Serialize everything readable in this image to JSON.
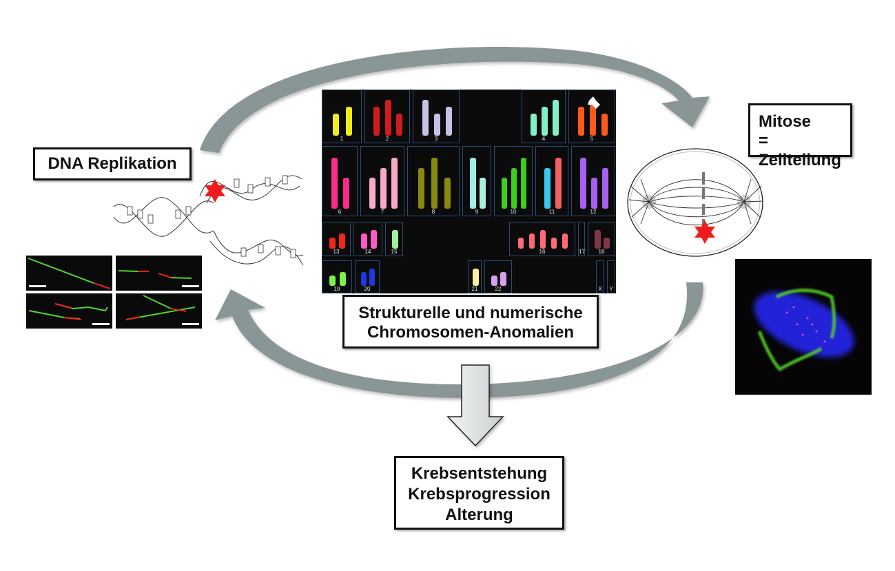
{
  "labels": {
    "dna_replication": "DNA Replikation",
    "mitosis": [
      "Mitose",
      "= Zellteilung"
    ],
    "anomalies": [
      "Strukturelle und numerische",
      "Chromosomen-Anomalien"
    ],
    "outcomes": [
      "Krebsentstehung",
      "Krebsprogression",
      "Alterung"
    ]
  },
  "karyotype": {
    "chromosome_labels": [
      "1",
      "2",
      "3",
      "4",
      "5",
      "6",
      "7",
      "8",
      "9",
      "10",
      "11",
      "12",
      "13",
      "14",
      "15",
      "16",
      "17",
      "18",
      "19",
      "20",
      "21",
      "22",
      "X",
      "Y"
    ]
  },
  "icons": {
    "damage_marker": "red-six-pointed-star",
    "arrow_marker": "white-arrow"
  },
  "colors": {
    "cycle_arrow": "#8a9595",
    "damage_star": "#ee1c1c",
    "box_border": "#111111",
    "karyotype_bg": "#0b0b0b",
    "dna_stain": "#2a2ae0",
    "spindle_stain": "#52d12a"
  }
}
